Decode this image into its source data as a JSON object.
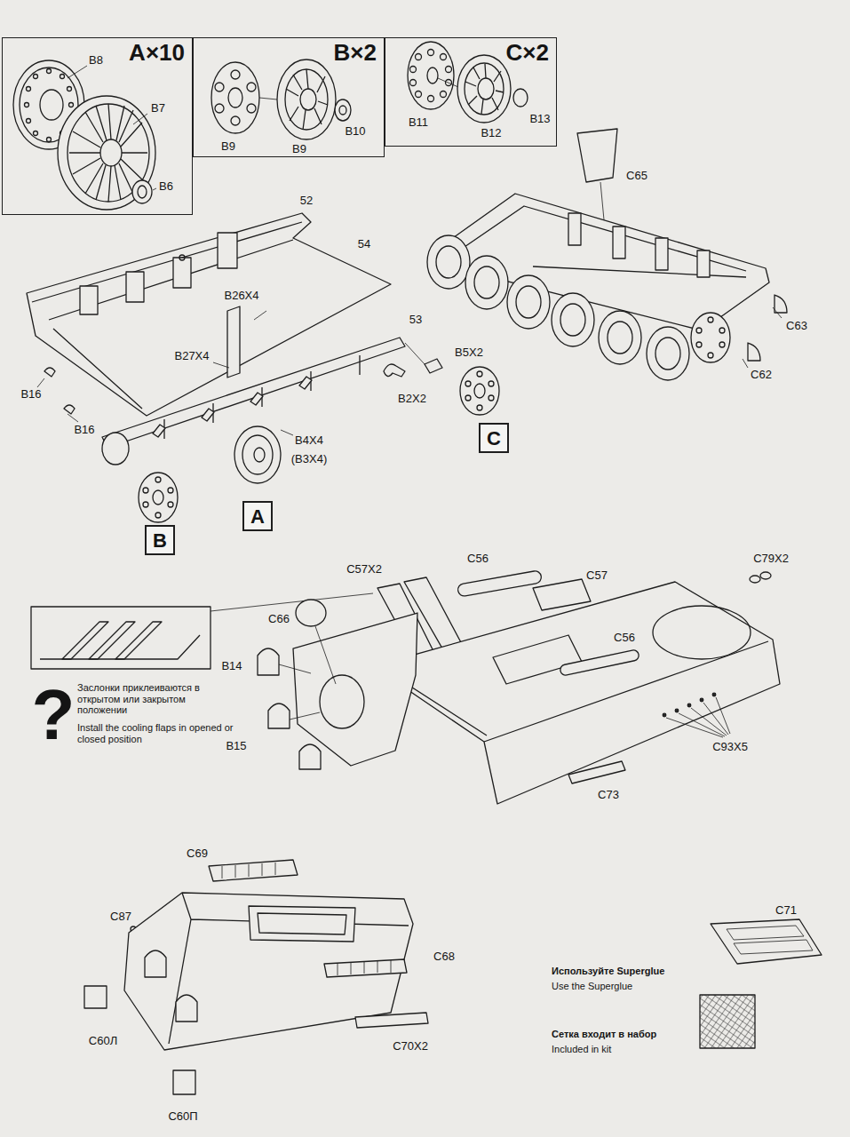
{
  "diagram": {
    "nodes": [
      {
        "text": [
          "A×10"
        ]
      },
      {
        "text": [
          "B×2"
        ]
      },
      {
        "text": [
          "C×2"
        ]
      },
      {
        "text": [
          "A"
        ]
      },
      {
        "text": [
          "B"
        ]
      },
      {
        "text": [
          "C"
        ]
      }
    ],
    "labels": [
      "B8",
      "B7",
      "B6",
      "B9",
      "B9",
      "B10",
      "B11",
      "B12",
      "B13",
      "52",
      "54",
      "B26X4",
      "B27X4",
      "53",
      "B5X2",
      "B16",
      "B16",
      "B2X2",
      "B4X4",
      "(B3X4)",
      "C65",
      "C63",
      "C62",
      "C57X2",
      "C56",
      "C57",
      "C79X2",
      "C66",
      "C56",
      "B14",
      "B15",
      "?",
      "Заслонки приклеиваются в открытом или закрытом положении",
      "Install the cooling flaps in opened or closed position",
      "C93X5",
      "C73",
      "C69",
      "C87",
      "C68",
      "C60Л",
      "C70X2",
      "C60П",
      "C71",
      "Используйте Superglue",
      "Use the Superglue",
      "Сетка входит в набор",
      "Included in kit"
    ]
  }
}
